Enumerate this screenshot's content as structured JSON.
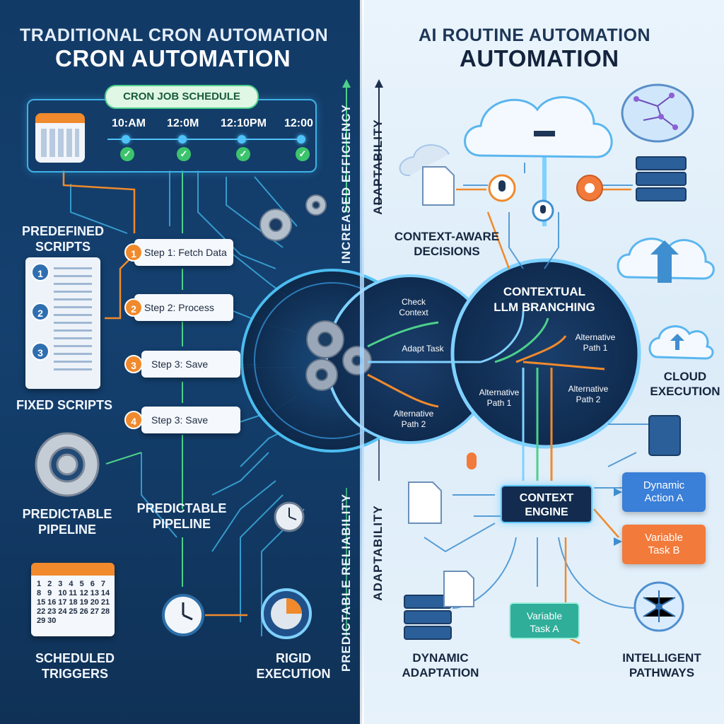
{
  "left": {
    "title_small": "TRADITIONAL CRON AUTOMATION",
    "title_big": "CRON AUTOMATION",
    "schedule": {
      "label": "CRON JOB SCHEDULE",
      "times": [
        "10:AM",
        "12:0M",
        "12:10PM",
        "12:00"
      ]
    },
    "steps": [
      {
        "num": "1",
        "label": "Step 1: Fetch Data",
        "color": "#f08a2c"
      },
      {
        "num": "2",
        "label": "Step 2: Process",
        "color": "#f08a2c"
      },
      {
        "num": "3",
        "label": "Step 3: Save",
        "color": "#f08a2c"
      },
      {
        "num": "4",
        "label": "Step 3: Save",
        "color": "#f08a2c"
      }
    ],
    "script_list_nums": [
      "1",
      "2",
      "3"
    ],
    "labels": {
      "predefined_scripts": [
        "PREDEFINED",
        "SCRIPTS"
      ],
      "fixed_scripts": "FIXED SCRIPTS",
      "predictable_pipeline_left": [
        "PREDICTABLE",
        "PIPELINE"
      ],
      "predictable_pipeline_center": [
        "PREDICTABLE",
        "PIPELINE"
      ],
      "scheduled_triggers": [
        "SCHEDULED",
        "TRIGGERS"
      ],
      "rigid_execution": [
        "RIGID",
        "EXECUTION"
      ]
    },
    "calendar_days": [
      "1",
      "2",
      "3",
      "4",
      "5",
      "6",
      "7",
      "8",
      "9",
      "10",
      "11",
      "12",
      "13",
      "14",
      "15",
      "16",
      "17",
      "18",
      "19",
      "20",
      "21",
      "22",
      "23",
      "24",
      "25",
      "26",
      "27",
      "28",
      "29",
      "30"
    ],
    "axis_top": "INCREASED EFFICIENCY",
    "axis_bottom": "PREDICTABLE RELIABILITY"
  },
  "right": {
    "title_small": "AI ROUTINE AUTOMATION",
    "title_big": "AUTOMATION",
    "axis_top": "ADAPTABILITY",
    "axis_bottom": "ADAPTABILITY",
    "labels": {
      "context_aware": [
        "CONTEXT-AWARE",
        "DECISIONS"
      ],
      "contextual_llm": [
        "CONTEXTUAL",
        "LLM BRANCHING"
      ],
      "cloud_execution": [
        "CLOUD",
        "EXECUTION"
      ],
      "dynamic_adaptation": [
        "DYNAMIC",
        "ADAPTATION"
      ],
      "intelligent_pathways": [
        "INTELLIGENT",
        "PATHWAYS"
      ]
    },
    "branch_texts": {
      "check_context": [
        "Check",
        "Context"
      ],
      "adapt_task": "Adapt Task",
      "alt_path_2_left": [
        "Alternative",
        "Path 2"
      ],
      "alt_path_1_top": [
        "Alternative",
        "Path 1"
      ],
      "alt_path_1_mid": [
        "Alternative",
        "Path 1"
      ],
      "alt_path_2_right": [
        "Alternative",
        "Path 2"
      ]
    },
    "engine": [
      "CONTEXT",
      "ENGINE"
    ],
    "dynamic_action": [
      "Dynamic",
      "Action A"
    ],
    "variable_task_b": [
      "Variable",
      "Task B"
    ],
    "variable_task_a": [
      "Variable",
      "Task A"
    ]
  },
  "colors": {
    "accent_cyan": "#4fc3f7",
    "accent_green": "#4dd08a",
    "accent_orange": "#f08a2c",
    "left_bg": "#14406f",
    "right_bg": "#e3eff9"
  }
}
